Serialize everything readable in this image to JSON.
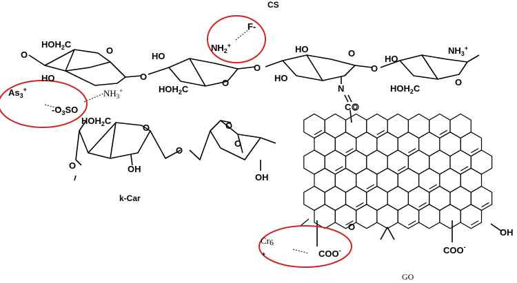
{
  "labels": {
    "cs": "CS",
    "kcar": "k-Car",
    "go": "GO"
  },
  "atoms": {
    "o_top": "O",
    "hoh2c_1": "HOH",
    "sub2": "2",
    "c": "C",
    "ho_1": "HO",
    "o_ring1": "O",
    "nh3_plus": "NH",
    "three": "3",
    "plus": "+",
    "o_link1": "O",
    "ho_2": "HO",
    "hoh2c_2": "HOH",
    "o_ring2": "O",
    "nh2": "NH",
    "two": "2",
    "f_minus": "F-",
    "o_link2": "O",
    "ho_3": "HO",
    "o_ring3": "O",
    "ho_4": "HO",
    "n_imine": "N",
    "o_link3": "O",
    "ho_5": "HO",
    "nh3_right": "NH",
    "hoh2c_3": "HOH",
    "o_ring4": "O",
    "as3": "As",
    "as_sub": "3",
    "o3so": "-O",
    "so": "SO",
    "co": "C",
    "o_co": "O",
    "hoh2c_4": "HOH",
    "o_ring5": "O",
    "oh_1": "OH",
    "o_bridge": "O",
    "o_anhydro": "O",
    "oh_2": "OH",
    "cr6": "Cr",
    "cr_sub": "6",
    "coo_1": "COO",
    "minus": "-",
    "o_epoxy": "O",
    "coo_2": "COO",
    "oh_go": "OH"
  },
  "colors": {
    "highlight_ring": "#d62020",
    "ink": "#000000"
  }
}
